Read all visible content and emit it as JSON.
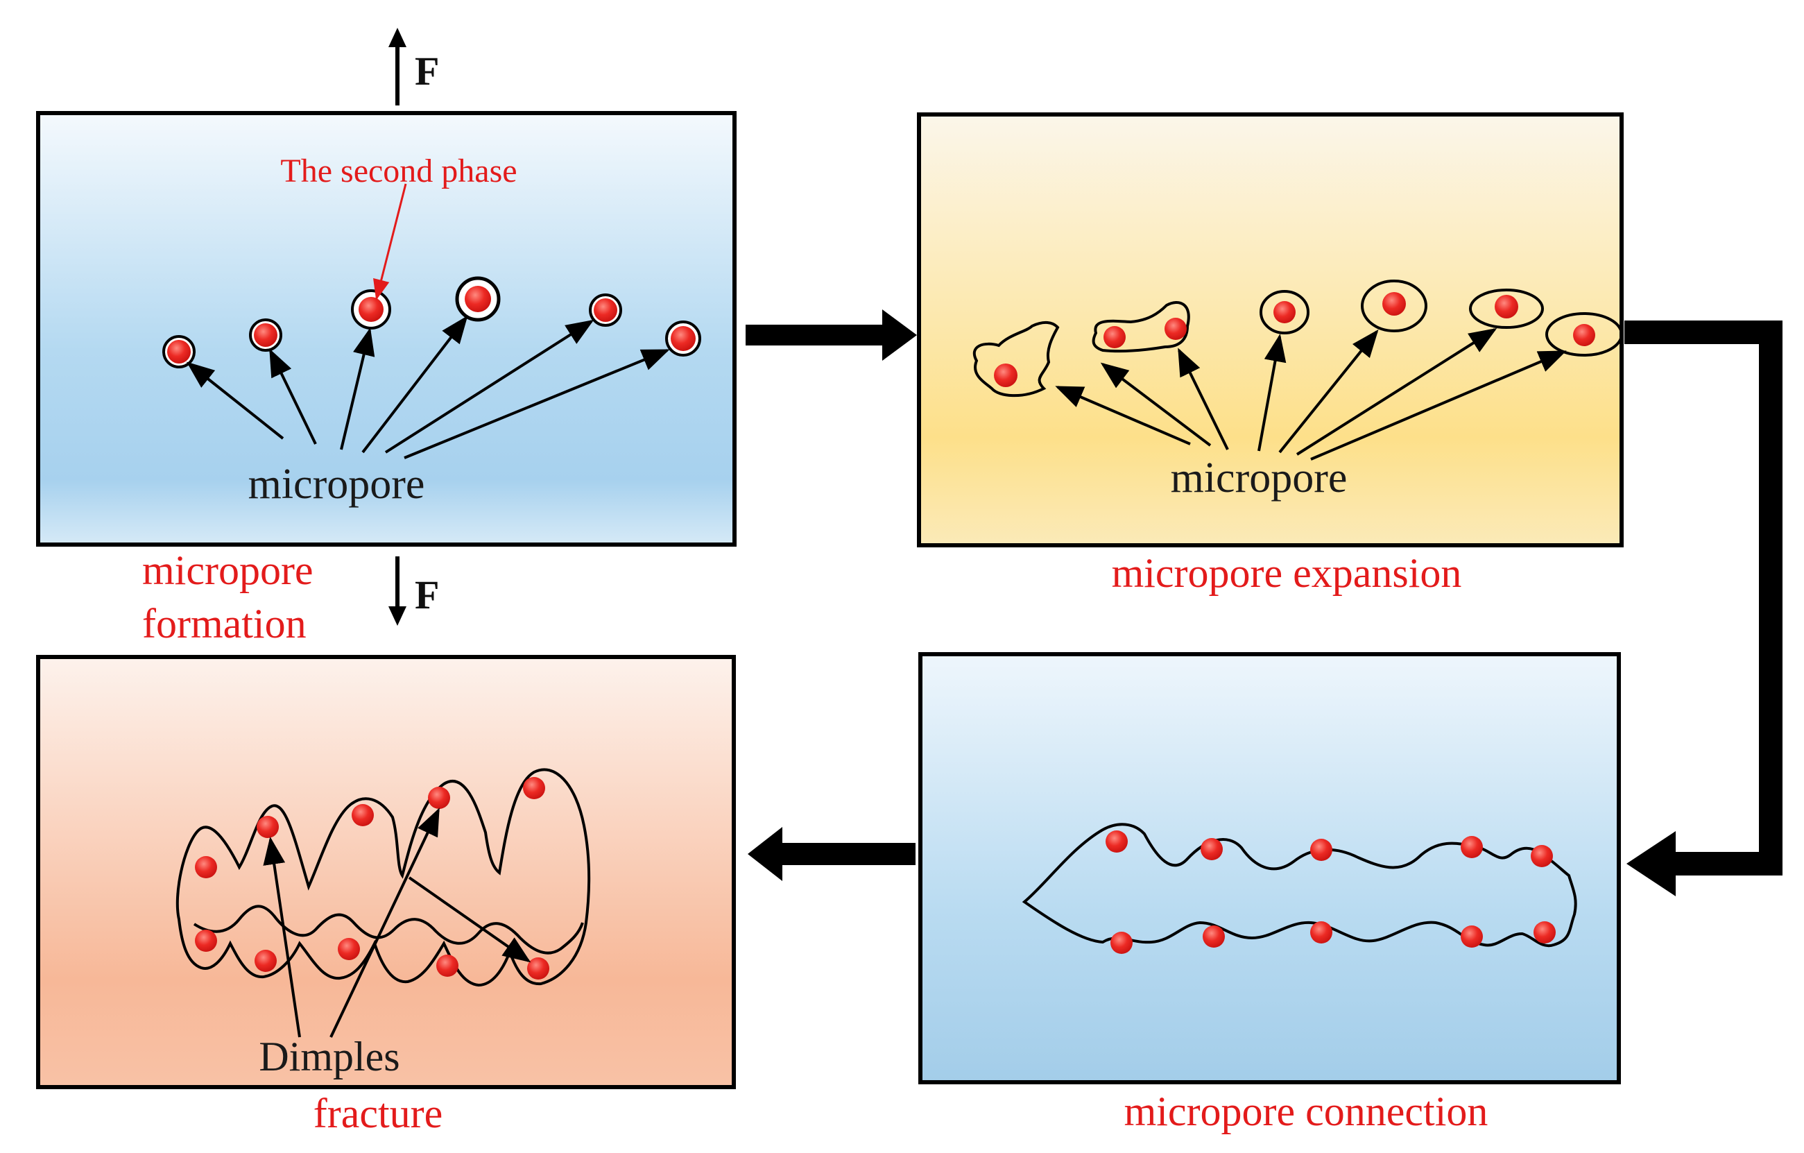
{
  "panels": {
    "formation": {
      "caption_line1": "micropore",
      "caption_line2": "formation",
      "micropore_label": "micropore",
      "second_phase_label": "The second phase"
    },
    "expansion": {
      "caption": "micropore expansion",
      "micropore_label": "micropore"
    },
    "connection": {
      "caption": "micropore connection"
    },
    "fracture": {
      "caption": "fracture",
      "dimples_label": "Dimples"
    }
  },
  "force": {
    "top_label": "F",
    "bottom_label": "F"
  },
  "colors": {
    "particle_red": "#e8221f",
    "caption_red": "#e31b1b",
    "arrow_black": "#000000",
    "panel_blue": "#a9d3ef",
    "panel_yellow": "#fde08a",
    "panel_peach": "#f7b898"
  }
}
